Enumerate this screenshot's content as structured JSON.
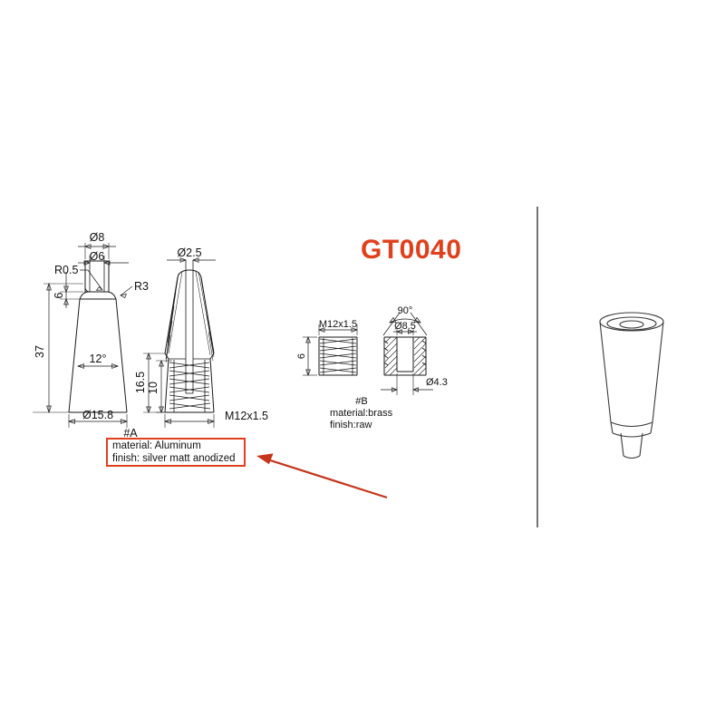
{
  "sheet": {
    "background_color": "#ffffff",
    "line_color": "#1a1a1a",
    "accent_color": "#e0401c"
  },
  "title": {
    "text": "GT0040",
    "color": "#e0401c"
  },
  "view_a": {
    "label": "#A",
    "dimensions": {
      "top_outer_dia": "Ø8",
      "top_inner_dia": "Ø6",
      "fillet_small": "R0.5",
      "fillet_large": "R3",
      "neck_height": "6",
      "total_height": "37",
      "taper_angle": "12°",
      "base_dia": "Ø15.8"
    }
  },
  "view_a_section": {
    "dimensions": {
      "bore_dia": "Ø2.5",
      "thread_depth_total": "16.5",
      "thread_length": "10",
      "thread_spec": "M12x1.5"
    }
  },
  "note_a": {
    "material": "material: Aluminum",
    "finish": "finish:  silver matt anodized",
    "box_color": "#e0401c"
  },
  "view_b": {
    "label": "#B",
    "material": "material:brass",
    "finish": "finish:raw",
    "dimensions": {
      "thread_spec": "M12x1.5",
      "height": "6",
      "countersink_angle": "90°",
      "countersink_dia": "Ø8.5",
      "through_dia": "Ø4.3"
    }
  },
  "arrow": {
    "name": "callout-arrow",
    "color": "#c4351a"
  },
  "render": {
    "caption": ""
  }
}
